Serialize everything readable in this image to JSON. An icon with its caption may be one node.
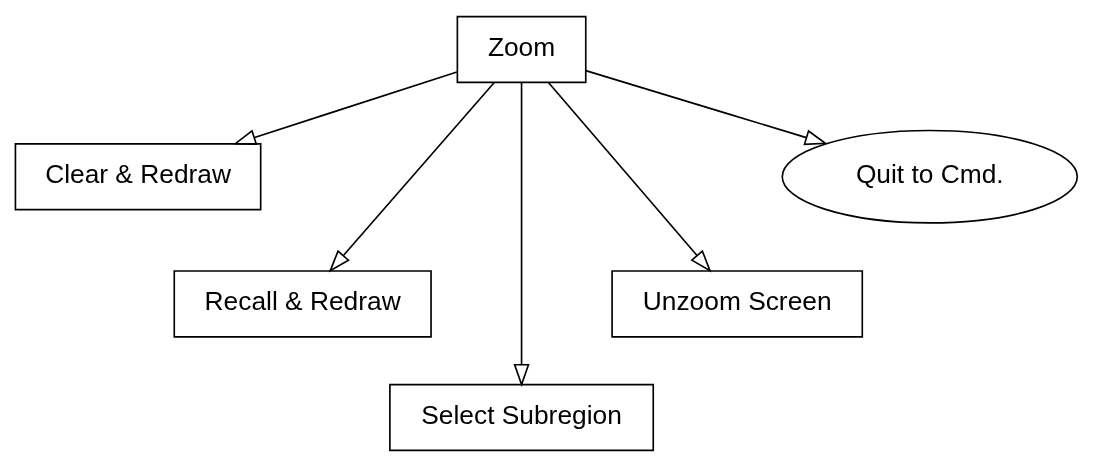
{
  "diagram": {
    "nodes": [
      {
        "text": [
          "Zoom"
        ]
      },
      {
        "text": [
          "Clear & Redraw"
        ]
      },
      {
        "text": [
          "Recall & Redraw"
        ]
      },
      {
        "text": [
          "Select Subregion"
        ]
      },
      {
        "text": [
          "Unzoom Screen"
        ]
      },
      {
        "text": [
          "Quit to Cmd."
        ]
      }
    ],
    "edges": [
      {
        "from": 0,
        "to": 1,
        "arrow": "to"
      },
      {
        "from": 0,
        "to": 2,
        "arrow": "to"
      },
      {
        "from": 0,
        "to": 3,
        "arrow": "to"
      },
      {
        "from": 0,
        "to": 4,
        "arrow": "to"
      },
      {
        "from": 0,
        "to": 5,
        "arrow": "to"
      }
    ]
  }
}
